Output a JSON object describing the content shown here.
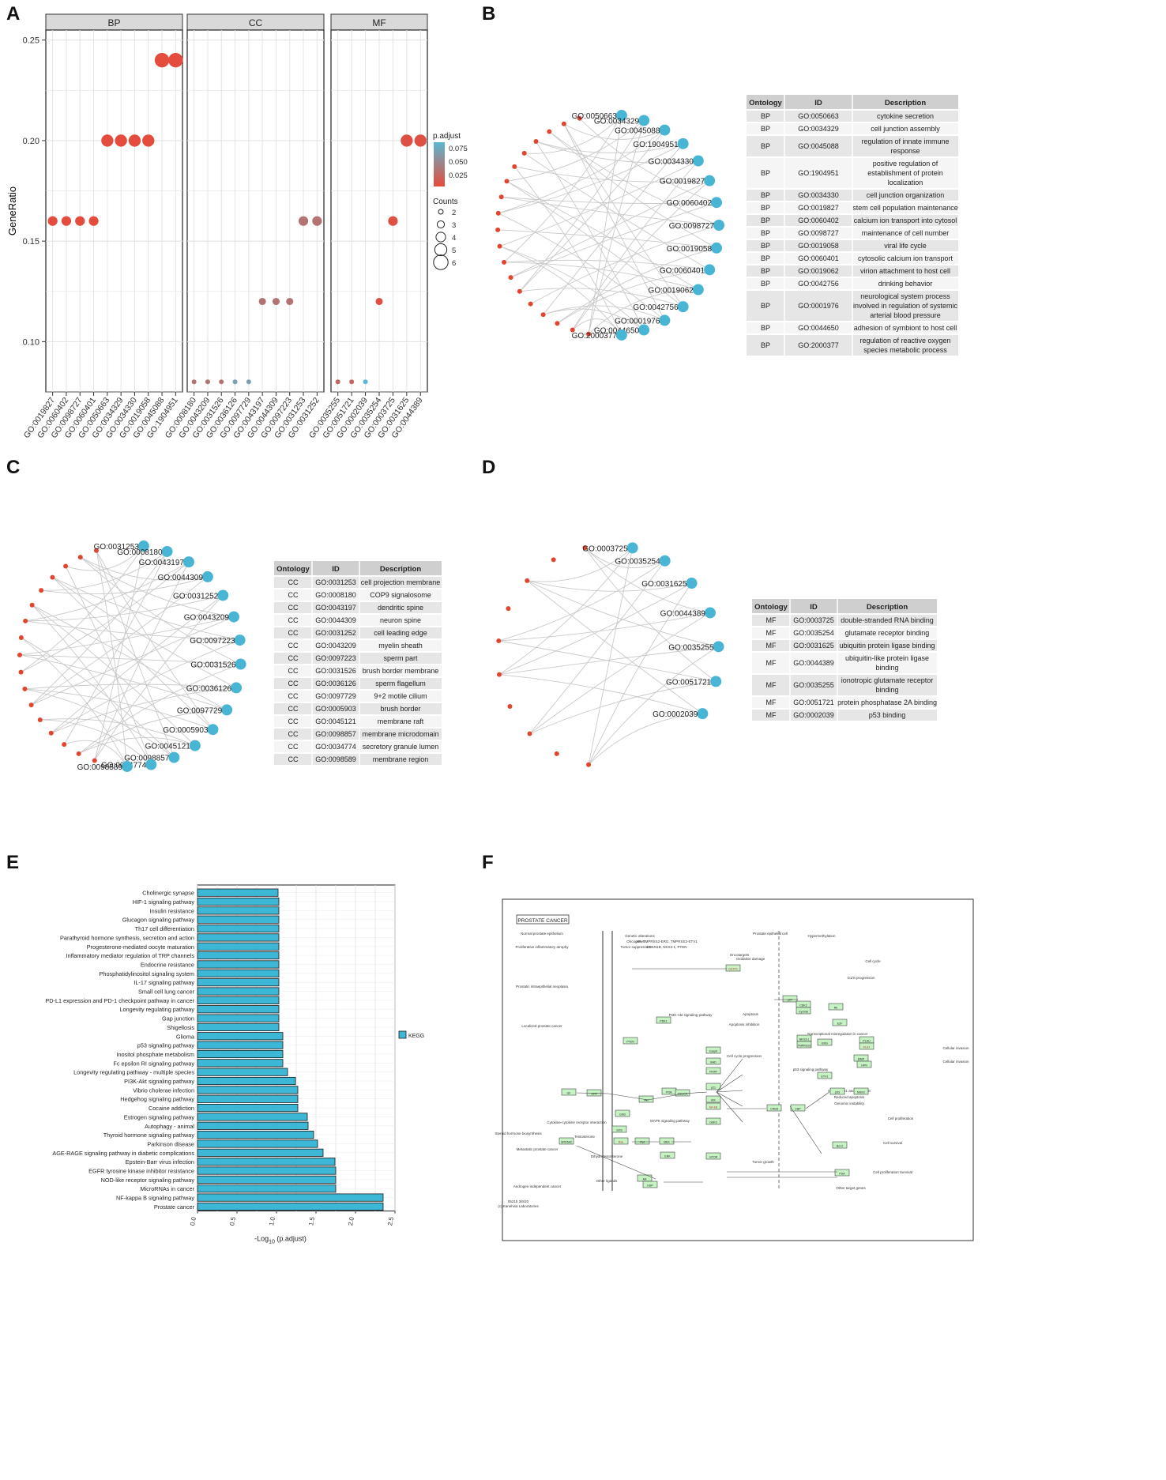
{
  "panel_labels": [
    "A",
    "B",
    "C",
    "D",
    "E",
    "F"
  ],
  "chart_data": [
    {
      "panel": "A",
      "type": "scatter",
      "ylabel": "GeneRatio",
      "ylim": [
        0.075,
        0.255
      ],
      "yticks": [
        0.1,
        0.15,
        0.2,
        0.25
      ],
      "ytick_labels": [
        "0.10",
        "0.15",
        "0.20",
        "0.25"
      ],
      "grid": true,
      "legend": {
        "position": "right",
        "color_title": "p.adjust",
        "color_labels": [
          "0.075",
          "0.050",
          "0.025"
        ],
        "size_title": "Counts",
        "size_labels": [
          "2",
          "3",
          "4",
          "5",
          "6"
        ],
        "colors": {
          "low": "#e8493a",
          "high": "#5bb8d2"
        }
      },
      "facets": [
        {
          "label": "BP",
          "categories": [
            "GO:0019827",
            "GO:0060402",
            "GO:0098727",
            "GO:0060401",
            "GO:0050663",
            "GO:0034329",
            "GO:0034330",
            "GO:0019058",
            "GO:0045088",
            "GO:1904951"
          ],
          "gene_ratio": [
            0.16,
            0.16,
            0.16,
            0.16,
            0.2,
            0.2,
            0.2,
            0.2,
            0.24,
            0.24
          ],
          "counts": [
            4,
            4,
            4,
            4,
            5,
            5,
            5,
            5,
            6,
            6
          ],
          "p_adjust": [
            0.012,
            0.012,
            0.012,
            0.012,
            0.012,
            0.012,
            0.012,
            0.012,
            0.012,
            0.012
          ]
        },
        {
          "label": "CC",
          "categories": [
            "GO:0008180",
            "GO:0043209",
            "GO:0031526",
            "GO:0036126",
            "GO:0097729",
            "GO:0043197",
            "GO:0044309",
            "GO:0097223",
            "GO:0031253",
            "GO:0031252"
          ],
          "gene_ratio": [
            0.08,
            0.08,
            0.08,
            0.08,
            0.08,
            0.12,
            0.12,
            0.12,
            0.16,
            0.16
          ],
          "counts": [
            2,
            2,
            2,
            2,
            2,
            3,
            3,
            3,
            4,
            4
          ],
          "p_adjust": [
            0.04,
            0.04,
            0.04,
            0.072,
            0.072,
            0.04,
            0.04,
            0.04,
            0.04,
            0.04
          ]
        },
        {
          "label": "MF",
          "categories": [
            "GO:0035255",
            "GO:0051721",
            "GO:0002039",
            "GO:0035254",
            "GO:0003725",
            "GO:0031625",
            "GO:0044389"
          ],
          "gene_ratio": [
            0.08,
            0.08,
            0.08,
            0.12,
            0.16,
            0.2,
            0.2
          ],
          "counts": [
            2,
            2,
            2,
            3,
            4,
            5,
            5
          ],
          "p_adjust": [
            0.03,
            0.03,
            0.09,
            0.015,
            0.015,
            0.015,
            0.015
          ]
        }
      ]
    },
    {
      "panel": "E",
      "type": "bar",
      "orientation": "horizontal",
      "xlabel_main": "-Log",
      "xlabel_sub": "10",
      "xlabel_tail": " (p.adjust)",
      "xlim": [
        0,
        2.5
      ],
      "xtick_labels": [
        "0.0",
        "0.5",
        "1.0",
        "1.5",
        "2.0",
        "2.5"
      ],
      "legend": {
        "position": "right",
        "entries": [
          "KEGG"
        ]
      },
      "color": "#3db7d6",
      "categories": [
        "Cholinergic synapse",
        "HIF-1 signaling pathway",
        "Insulin resistance",
        "Glucagon signaling pathway",
        "Th17 cell differentiation",
        "Parathyroid hormone synthesis, secretion and action",
        "Progesterone-mediated oocyte maturation",
        "Inflammatory mediator regulation of TRP channels",
        "Endocrine resistance",
        "Phosphatidylinositol signaling system",
        "IL-17 signaling pathway",
        "Small cell lung cancer",
        "PD-L1 expression and PD-1 checkpoint pathway in cancer",
        "Longevity regulating pathway",
        "Gap junction",
        "Shigellosis",
        "Glioma",
        "p53 signaling pathway",
        "Inositol phosphate metabolism",
        "Fc epsilon RI signaling pathway",
        "Longevity regulating pathway - multiple species",
        "PI3K-Akt signaling pathway",
        "Vibrio cholerae infection",
        "Hedgehog signaling pathway",
        "Cocaine addiction",
        "Estrogen signaling pathway",
        "Autophagy - animal",
        "Thyroid hormone signaling pathway",
        "Parkinson disease",
        "AGE-RAGE signaling pathway in diabetic complications",
        "Epstein-Barr virus infection",
        "EGFR tyrosine kinase inhibitor resistance",
        "NOD-like receptor signaling pathway",
        "MicroRNAs in cancer",
        "NF-kappa B signaling pathway",
        "Prostate cancer"
      ],
      "values": [
        1.02,
        1.03,
        1.03,
        1.03,
        1.03,
        1.03,
        1.03,
        1.03,
        1.03,
        1.03,
        1.03,
        1.03,
        1.03,
        1.03,
        1.03,
        1.03,
        1.08,
        1.08,
        1.08,
        1.08,
        1.14,
        1.24,
        1.27,
        1.27,
        1.27,
        1.39,
        1.4,
        1.47,
        1.52,
        1.59,
        1.74,
        1.75,
        1.75,
        1.75,
        2.35,
        2.35
      ]
    }
  ],
  "networks": [
    {
      "panel": "B",
      "go_labels": [
        "GO:0050663",
        "GO:0034329",
        "GO:0045088",
        "GO:1904951",
        "GO:0034330",
        "GO:0019827",
        "GO:0060402",
        "GO:0098727",
        "GO:0019058",
        "GO:0060401",
        "GO:0019062",
        "GO:0042756",
        "GO:0001976",
        "GO:0044650",
        "GO:2000377"
      ],
      "gene_node_count": 19
    },
    {
      "panel": "C",
      "go_labels": [
        "GO:0031253",
        "GO:0008180",
        "GO:0043197",
        "GO:0044309",
        "GO:0031252",
        "GO:0043209",
        "GO:0097223",
        "GO:0031526",
        "GO:0036126",
        "GO:0097729",
        "GO:0005903",
        "GO:0045121",
        "GO:0098857",
        "GO:0034774",
        "GO:0098589"
      ],
      "gene_node_count": 17
    },
    {
      "panel": "D",
      "go_labels": [
        "GO:0003725",
        "GO:0035254",
        "GO:0031625",
        "GO:0044389",
        "GO:0035255",
        "GO:0051721",
        "GO:0002039"
      ],
      "gene_node_count": 10
    }
  ],
  "tables": [
    {
      "panel": "B",
      "headers": [
        "Ontology",
        "ID",
        "Description"
      ],
      "rows": [
        [
          "BP",
          "GO:0050663",
          [
            "cytokine secretion"
          ]
        ],
        [
          "BP",
          "GO:0034329",
          [
            "cell junction assembly"
          ]
        ],
        [
          "BP",
          "GO:0045088",
          [
            "regulation of innate immune",
            "response"
          ]
        ],
        [
          "BP",
          "GO:1904951",
          [
            "positive regulation of",
            "establishment of protein",
            "localization"
          ]
        ],
        [
          "BP",
          "GO:0034330",
          [
            "cell junction organization"
          ]
        ],
        [
          "BP",
          "GO:0019827",
          [
            "stem cell population maintenance"
          ]
        ],
        [
          "BP",
          "GO:0060402",
          [
            "calcium ion transport into cytosol"
          ]
        ],
        [
          "BP",
          "GO:0098727",
          [
            "maintenance of cell number"
          ]
        ],
        [
          "BP",
          "GO:0019058",
          [
            "viral life cycle"
          ]
        ],
        [
          "BP",
          "GO:0060401",
          [
            "cytosolic calcium ion transport"
          ]
        ],
        [
          "BP",
          "GO:0019062",
          [
            "virion attachment to host cell"
          ]
        ],
        [
          "BP",
          "GO:0042756",
          [
            "drinking behavior"
          ]
        ],
        [
          "BP",
          "GO:0001976",
          [
            "neurological system process",
            "involved in regulation of systemic",
            "arterial blood pressure"
          ]
        ],
        [
          "BP",
          "GO:0044650",
          [
            "adhesion of symbiont to host cell"
          ]
        ],
        [
          "BP",
          "GO:2000377",
          [
            "regulation of reactive oxygen",
            "species metabolic process"
          ]
        ]
      ]
    },
    {
      "panel": "C",
      "headers": [
        "Ontology",
        "ID",
        "Description"
      ],
      "rows": [
        [
          "CC",
          "GO:0031253",
          [
            "cell projection membrane"
          ]
        ],
        [
          "CC",
          "GO:0008180",
          [
            "COP9 signalosome"
          ]
        ],
        [
          "CC",
          "GO:0043197",
          [
            "dendritic spine"
          ]
        ],
        [
          "CC",
          "GO:0044309",
          [
            "neuron spine"
          ]
        ],
        [
          "CC",
          "GO:0031252",
          [
            "cell leading edge"
          ]
        ],
        [
          "CC",
          "GO:0043209",
          [
            "myelin sheath"
          ]
        ],
        [
          "CC",
          "GO:0097223",
          [
            "sperm part"
          ]
        ],
        [
          "CC",
          "GO:0031526",
          [
            "brush border membrane"
          ]
        ],
        [
          "CC",
          "GO:0036126",
          [
            "sperm flagellum"
          ]
        ],
        [
          "CC",
          "GO:0097729",
          [
            "9+2 motile cilium"
          ]
        ],
        [
          "CC",
          "GO:0005903",
          [
            "brush border"
          ]
        ],
        [
          "CC",
          "GO:0045121",
          [
            "membrane raft"
          ]
        ],
        [
          "CC",
          "GO:0098857",
          [
            "membrane microdomain"
          ]
        ],
        [
          "CC",
          "GO:0034774",
          [
            "secretory granule lumen"
          ]
        ],
        [
          "CC",
          "GO:0098589",
          [
            "membrane region"
          ]
        ]
      ]
    },
    {
      "panel": "D",
      "headers": [
        "Ontology",
        "ID",
        "Description"
      ],
      "rows": [
        [
          "MF",
          "GO:0003725",
          [
            "double-stranded RNA binding"
          ]
        ],
        [
          "MF",
          "GO:0035254",
          [
            "glutamate receptor binding"
          ]
        ],
        [
          "MF",
          "GO:0031625",
          [
            "ubiquitin protein ligase binding"
          ]
        ],
        [
          "MF",
          "GO:0044389",
          [
            "ubiquitin-like protein ligase",
            "binding"
          ]
        ],
        [
          "MF",
          "GO:0035255",
          [
            "ionotropic glutamate receptor",
            "binding"
          ]
        ],
        [
          "MF",
          "GO:0051721",
          [
            "protein phosphatase 2A binding"
          ]
        ],
        [
          "MF",
          "GO:0002039",
          [
            "p53 binding"
          ]
        ]
      ]
    }
  ],
  "pathway_map": {
    "panel": "F",
    "title": "PROSTATE CANCER",
    "labels": [
      "Normal prostate epithelium",
      "Proliferative inflammatory atrophy",
      "Prostatic intraepithelial neoplasia",
      "Localized prostate cancer",
      "Metastatic prostate cancer",
      "Androgen-independent cancer",
      "Prostate epithelial cell",
      "Genetic alterations",
      "Oncogenes :",
      "Tumor suppressors :",
      "AR, TMPRSS2-ERG, TMPRSS2-ETV1",
      "CDKN1B, NKX3-1, PTEN",
      "Oncotargets",
      "Hypermethylation",
      "Oxidative damage",
      "Cell cycle",
      "G1/S progression",
      "Apoptosis",
      "Apoptosis inhibition",
      "Cell cycle progression",
      "Cellular invasion",
      "Transcriptional misregulation in cancer",
      "p53 signaling pathway",
      "Impaired G1 and G2 arrest",
      "Reduced apoptosis",
      "Genomic instability",
      "Cell proliferation",
      "Cell survival",
      "Tumor growth",
      "Cytokine-cytokine receptor interaction",
      "MAPK signaling pathway",
      "PI3K-Akt signaling pathway",
      "Steroid hormone biosynthesis",
      "Testosterone",
      "Dihydrotestosterone",
      "Other ligands",
      "Other target genes",
      "Cell proliferation Survival",
      "Cellular invasion",
      "05215 3/6/20",
      "(c) Kanehisa Laboratories"
    ],
    "genes": [
      "GSTP1",
      "p27",
      "CDK2",
      "CyclinE",
      "Rb",
      "E2F",
      "NKX3-1",
      "TMPRSS2",
      "ERG",
      "ETV1",
      "PLAU",
      "PLAT",
      "MMP",
      "HPN",
      "PTEN",
      "PDK1",
      "PI3K",
      "Akt",
      "GF",
      "GFR",
      "Grb2",
      "SOS",
      "Ras",
      "Raf",
      "MEK",
      "ERK",
      "AR",
      "HSP",
      "Casp9",
      "BAD",
      "FKHR",
      "p21",
      "IKK",
      "NF-kB",
      "GSK3",
      "mTOR",
      "CREB",
      "CBP",
      "p53",
      "Mdm2",
      "Bcl-2",
      "PSA",
      "SRD5A2",
      "PIK3CA"
    ]
  }
}
